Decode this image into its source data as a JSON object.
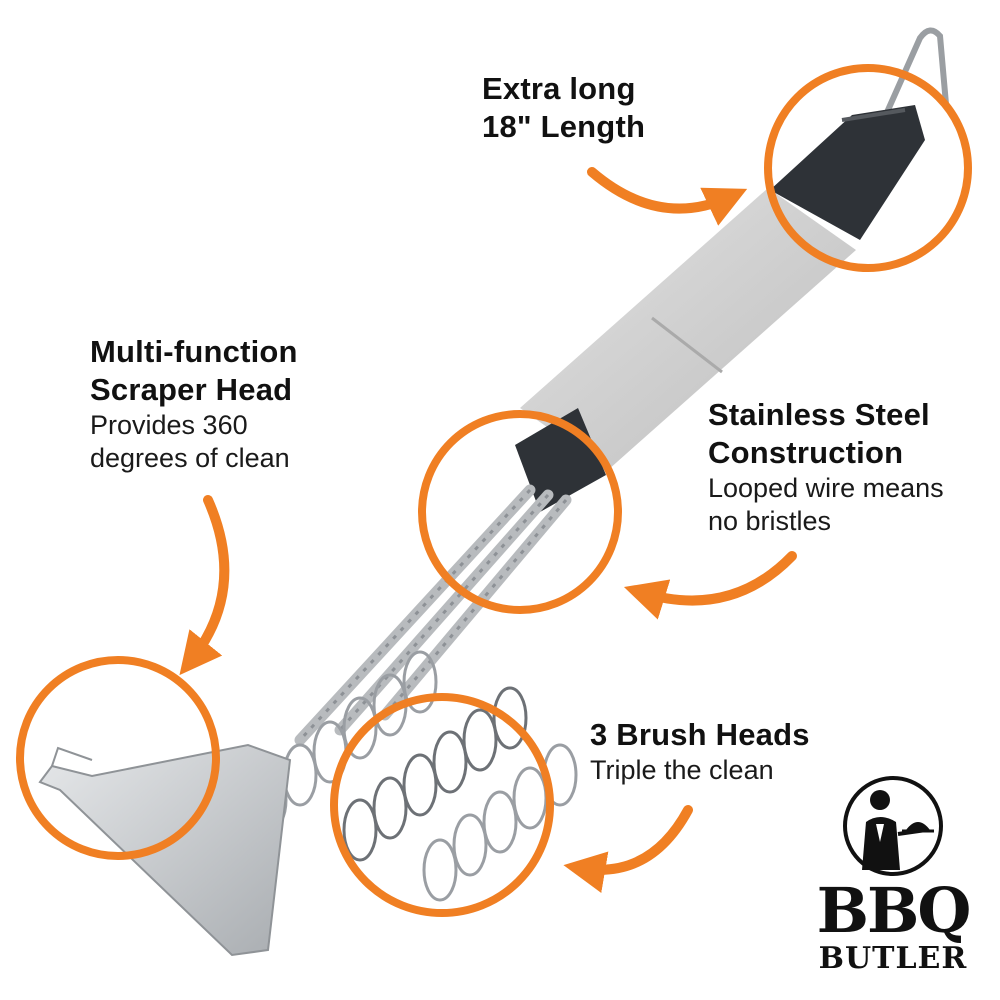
{
  "callouts": {
    "length": {
      "title_line1": "Extra long",
      "title_line2": "18\" Length"
    },
    "scraper": {
      "title_line1": "Multi-function",
      "title_line2": "Scraper Head",
      "desc_line1": "Provides 360",
      "desc_line2": "degrees of clean"
    },
    "steel": {
      "title_line1": "Stainless Steel",
      "title_line2": "Construction",
      "desc_line1": "Looped wire means",
      "desc_line2": "no bristles"
    },
    "brush": {
      "title": "3 Brush Heads",
      "desc": "Triple the clean"
    }
  },
  "logo": {
    "line1": "BBQ",
    "line2": "BUTLER"
  },
  "colors": {
    "accent": "#F07F23",
    "handle_grey": "#C9C9C9",
    "handle_dark": "#2E3237",
    "steel": "#B8BBBE",
    "text": "#111111"
  },
  "icons": [
    "butler-with-cloche-icon",
    "curved-arrow-icon"
  ]
}
